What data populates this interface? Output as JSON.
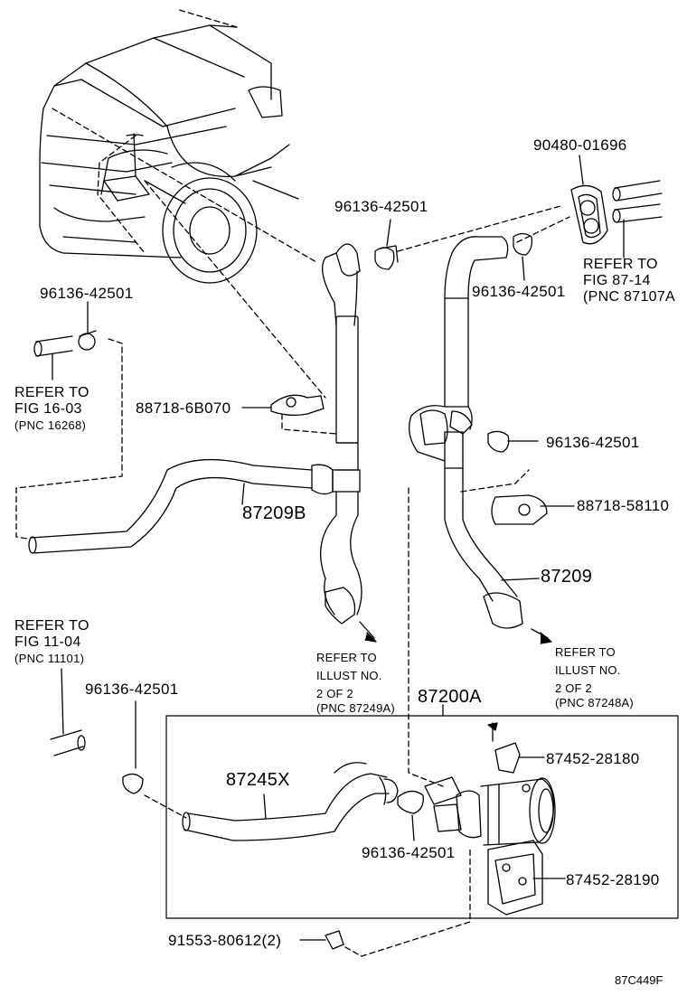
{
  "figure_code": "87C449F",
  "part_labels": {
    "p90480": "90480-01696",
    "p96136_top": "96136-42501",
    "p96136_right_top": "96136-42501",
    "p96136_left": "96136-42501",
    "p88718_6b": "88718-6B070",
    "p96136_mid": "96136-42501",
    "p88718_58": "88718-58110",
    "p87209b": "87209B",
    "p87209": "87209",
    "p87200a": "87200A",
    "p96136_lower_left": "96136-42501",
    "p87245x": "87245X",
    "p87452_28180": "87452-28180",
    "p96136_lower": "96136-42501",
    "p87452_28190": "87452-28190",
    "p91553": "91553-80612(2)"
  },
  "references": {
    "fig87": {
      "line1": "REFER TO",
      "line2": "FIG 87-14",
      "line3": "(PNC 87107A"
    },
    "fig16": {
      "line1": "REFER TO",
      "line2": "FIG 16-03",
      "line3": "(PNC 16268)"
    },
    "fig11": {
      "line1": "REFER TO",
      "line2": "FIG 11-04",
      "line3": "(PNC 11101)"
    },
    "illust_a": {
      "line1": "REFER TO",
      "line2": "ILLUST NO.",
      "line3": "2 OF 2",
      "line4": "(PNC 87249A)"
    },
    "illust_b": {
      "line1": "REFER TO",
      "line2": "ILLUST NO.",
      "line3": "2 OF 2",
      "line4": "(PNC 87248A)"
    }
  }
}
